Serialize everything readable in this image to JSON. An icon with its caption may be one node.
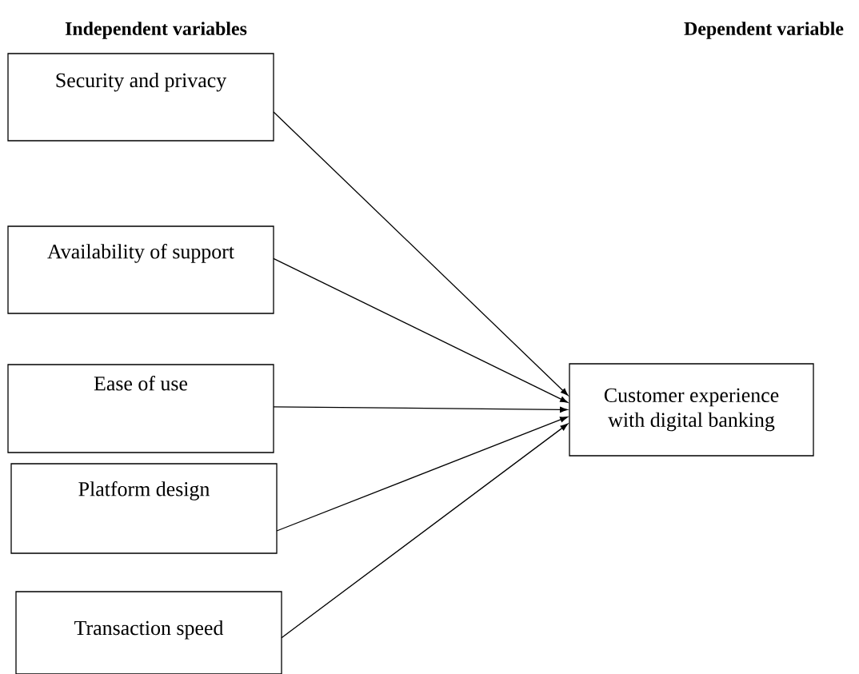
{
  "diagram": {
    "nodes": [
      {
        "text": [
          "Security and privacy"
        ]
      },
      {
        "text": [
          "Availability of support"
        ]
      },
      {
        "text": [
          "Ease of use"
        ]
      },
      {
        "text": [
          "Platform design"
        ]
      },
      {
        "text": [
          "Transaction speed"
        ]
      },
      {
        "text": [
          "Customer experience with digital banking"
        ]
      }
    ],
    "edges": [
      {
        "from": 0,
        "to": 5,
        "arrow": "to"
      },
      {
        "from": 1,
        "to": 5,
        "arrow": "to"
      },
      {
        "from": 2,
        "to": 5,
        "arrow": "to"
      },
      {
        "from": 3,
        "to": 5,
        "arrow": "to"
      },
      {
        "from": 4,
        "to": 5,
        "arrow": "to"
      }
    ],
    "labels": [
      "Independent variables",
      "Dependent variable"
    ]
  }
}
